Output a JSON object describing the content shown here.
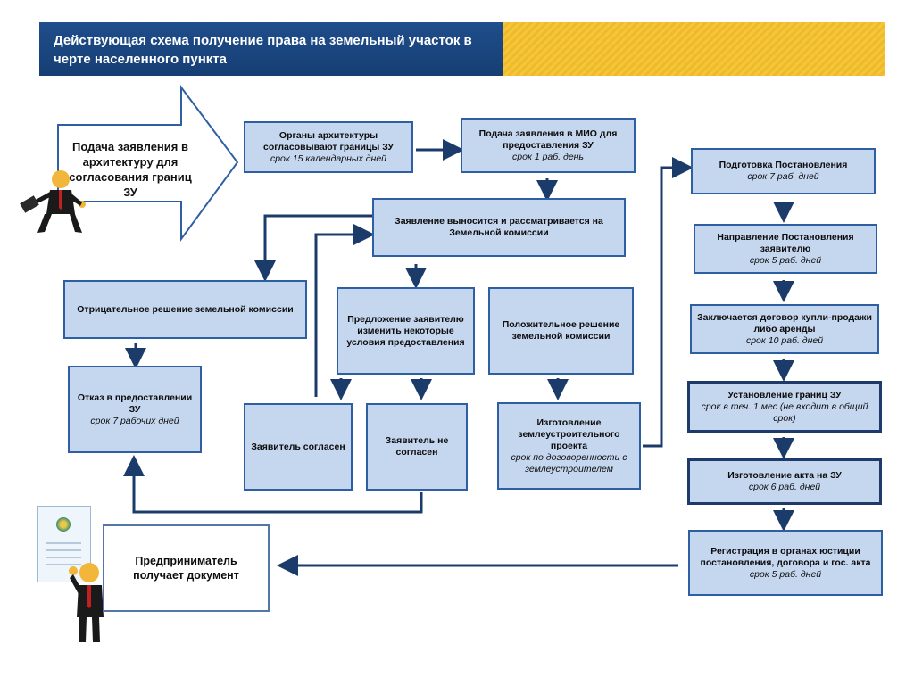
{
  "header": {
    "title": "Действующая схема получение  права на земельный участок в черте населенного пункта"
  },
  "colors": {
    "box_fill": "#c5d6ef",
    "box_border": "#2f5fa3",
    "arrow": "#1b3b6b",
    "header_blue": "#1f4e8c",
    "header_gold": "#f4c63a"
  },
  "start_text": "Подача заявления в архитектуру для согласования границ ЗУ",
  "boxes": {
    "architecture": {
      "title": "Органы архитектуры согласовывают границы ЗУ",
      "term": "срок 15 календарных дней"
    },
    "mio": {
      "title": "Подача заявления в МИО для предоставления ЗУ",
      "term": "срок 1 раб. день"
    },
    "commission": {
      "title": "Заявление выносится и рассматривается на Земельной комиссии"
    },
    "negative": {
      "title": "Отрицательное решение земельной комиссии"
    },
    "offer": {
      "title": "Предложение заявителю изменить некоторые условия предоставления"
    },
    "positive": {
      "title": "Положительное решение земельной комиссии"
    },
    "refusal": {
      "title": "Отказ в предоставлении ЗУ",
      "term": "срок 7 рабочих дней"
    },
    "agrees": {
      "title": "Заявитель согласен"
    },
    "disagrees": {
      "title": "Заявитель не согласен"
    },
    "project": {
      "title": "Изготовление землеустроительного проекта",
      "term": "срок по договоренности с землеустроителем"
    },
    "resolution": {
      "title": "Подготовка Постановления",
      "term": "срок 7 раб. дней"
    },
    "send": {
      "title": "Направление Постановления заявителю",
      "term": "срок 5 раб. дней"
    },
    "contract": {
      "title": "Заключается договор купли-продажи либо аренды",
      "term": "срок 10 раб. дней"
    },
    "borders": {
      "title": "Установление границ  ЗУ",
      "term": "срок  в теч. 1 мес (не входит в общий срок)"
    },
    "act": {
      "title": "Изготовление акта на ЗУ",
      "term": "срок 6 раб. дней"
    },
    "registration": {
      "title": "Регистрация в органах юстиции постановления, договора и гос. акта",
      "term": "срок 5 раб. дней"
    },
    "final": {
      "title": "Предприниматель получает документ"
    }
  }
}
